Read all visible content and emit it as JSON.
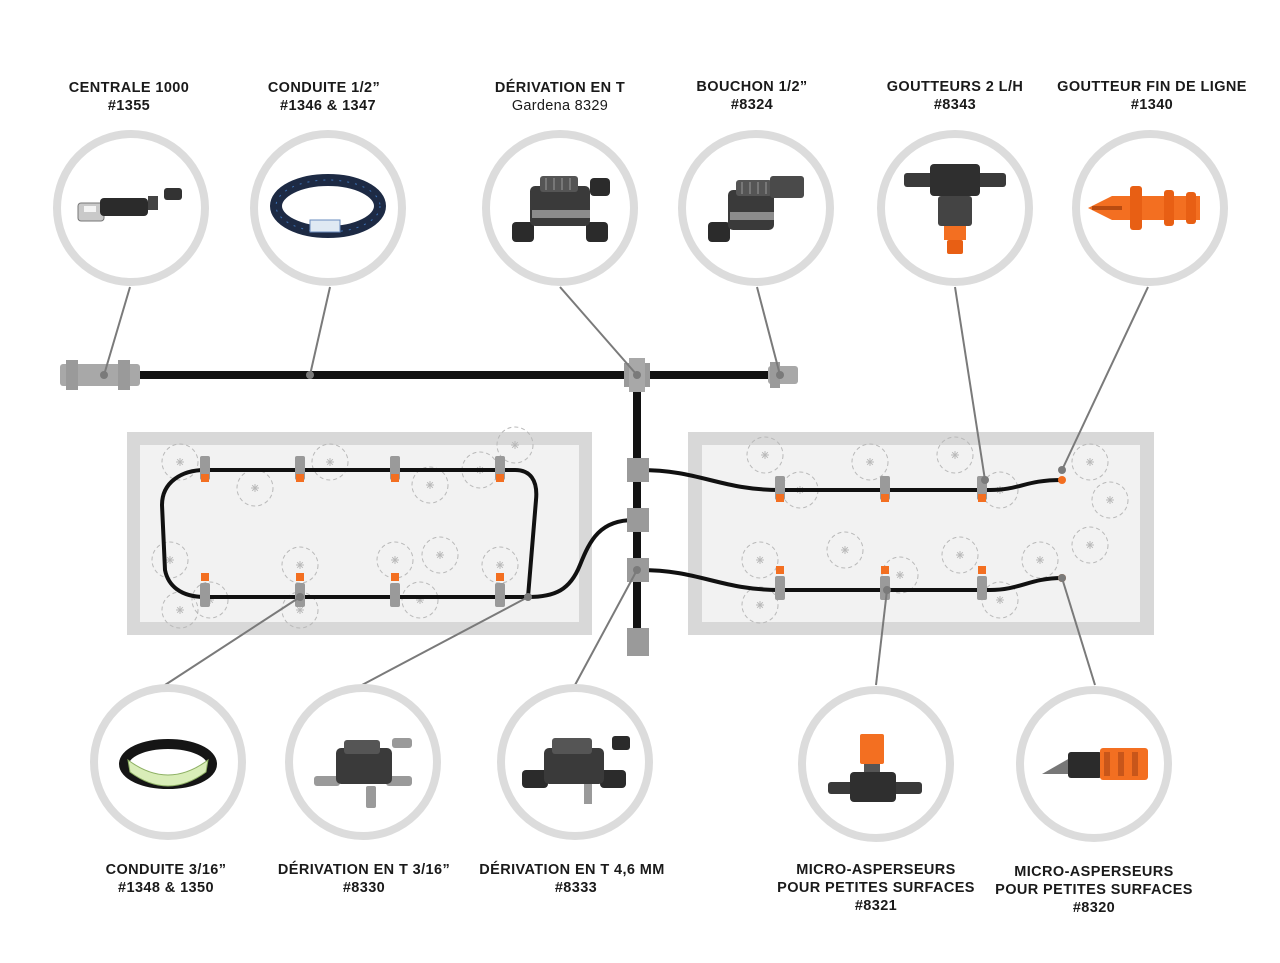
{
  "colors": {
    "pipe": "#111111",
    "ring": "#dcdcdc",
    "bed": "#d6d6d6",
    "fitting": "#9a9a9a",
    "emitter": "#f36f21",
    "leader": "#7a7a7a"
  },
  "components_top": [
    {
      "line1": "CENTRALE 1000",
      "line2": "#1355",
      "icon": "pressure-regulator-icon"
    },
    {
      "line1": "CONDUITE 1/2”",
      "line2": "#1346 & 1347",
      "icon": "hose-coil-icon"
    },
    {
      "line1": "DÉRIVATION EN T",
      "line2": "Gardena 8329",
      "icon": "t-connector-icon"
    },
    {
      "line1": "BOUCHON 1/2”",
      "line2": "#8324",
      "icon": "end-plug-icon"
    },
    {
      "line1": "GOUTTEURS 2 L/H",
      "line2": "#8343",
      "icon": "dripper-icon"
    },
    {
      "line1": "GOUTTEUR FIN DE LIGNE",
      "line2": "#1340",
      "icon": "end-dripper-icon"
    }
  ],
  "components_bottom": [
    {
      "line1": "CONDUITE 3/16”",
      "line2": "#1348 & 1350",
      "line3": "",
      "icon": "small-hose-coil-icon"
    },
    {
      "line1": "DÉRIVATION EN T 3/16”",
      "line2": "#8330",
      "line3": "",
      "icon": "small-t-connector-icon"
    },
    {
      "line1": "DÉRIVATION EN T 4,6 MM",
      "line2": "#8333",
      "line3": "",
      "icon": "t-connector-46-icon"
    },
    {
      "line1": "MICRO-ASPERSEURS",
      "line2": "POUR PETITES SURFACES",
      "line3": "#8321",
      "icon": "micro-sprinkler-upright-icon"
    },
    {
      "line1": "MICRO-ASPERSEURS",
      "line2": "POUR PETITES SURFACES",
      "line3": "#8320",
      "icon": "micro-sprinkler-spike-icon"
    }
  ]
}
